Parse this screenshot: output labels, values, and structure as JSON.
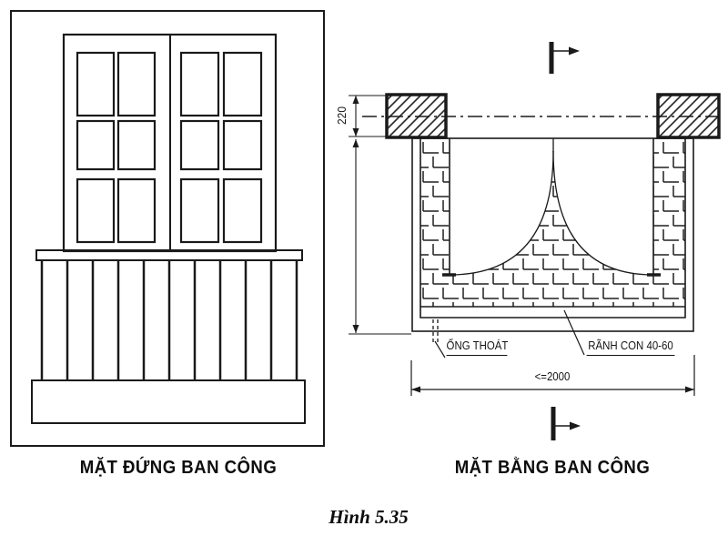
{
  "page": {
    "background": "#ffffff",
    "line_color": "#1a1a1a"
  },
  "figure_caption": "Hình 5.35",
  "elevation": {
    "label": "MẶT ĐỨNG BAN CÔNG"
  },
  "plan": {
    "label": "MẶT BẰNG BAN CÔNG",
    "dim_wall_thickness": "220",
    "dim_width": "<=2000",
    "label_drain_pipe": "ỐNG THOÁT",
    "label_gutter": "RÃNH CON 40-60"
  }
}
